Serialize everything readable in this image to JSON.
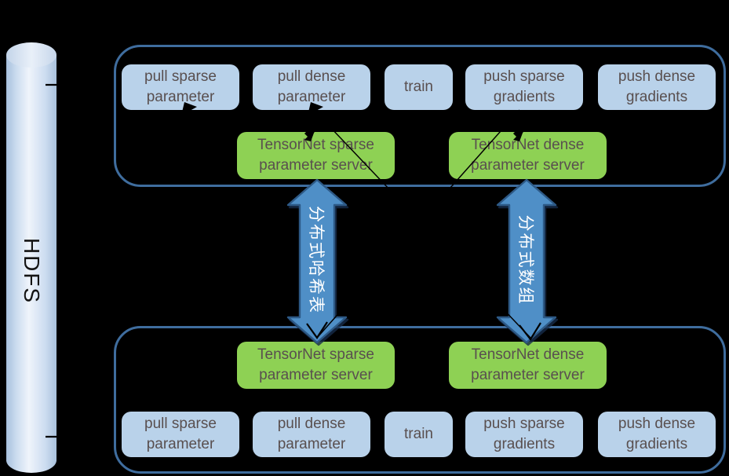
{
  "hdfs": {
    "label": "HDFS"
  },
  "links": {
    "hash_table": {
      "label": "分布式哈希表"
    },
    "dense_array": {
      "label": "分布式数组"
    }
  },
  "nodes": {
    "top": {
      "tasks": [
        "pull sparse parameter",
        "pull dense parameter",
        "train",
        "push sparse gradients",
        "push dense gradients"
      ],
      "servers": [
        "TensorNet sparse parameter server",
        "TensorNet dense parameter server"
      ]
    },
    "bottom": {
      "servers": [
        "TensorNet sparse parameter server",
        "TensorNet dense parameter server"
      ],
      "tasks": [
        "pull sparse parameter",
        "pull dense parameter",
        "train",
        "push sparse gradients",
        "push dense gradients"
      ]
    }
  },
  "colors": {
    "background": "#000000",
    "task_box_fill": "#b9d2ea",
    "server_box_fill": "#8ed154",
    "box_text": "#594f4f",
    "arrow_fill": "#4f8fc7",
    "arrow_border": "#2d5986",
    "arrow_text": "#ffffff",
    "frame_border": "#3f6d9e",
    "cylinder_fill": "#cfdff2"
  }
}
